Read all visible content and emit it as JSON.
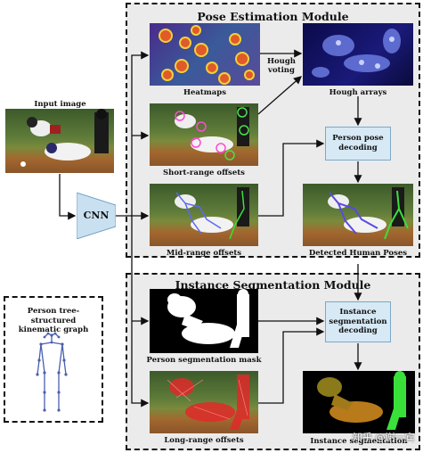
{
  "modules": {
    "pose_title": "Pose Estimation Module",
    "segmentation_title": "Instance Segmentation Module"
  },
  "captions": {
    "input_image": "Input image",
    "heatmaps": "Heatmaps",
    "hough_voting": "Hough voting",
    "hough_arrays": "Hough arrays",
    "short_range": "Short-range offsets",
    "mid_range": "Mid-range offsets",
    "detected_poses": "Detected Human Poses",
    "person_seg_mask": "Person segmentation mask",
    "long_range": "Long-range offsets",
    "instance_seg": "Instance segmentation",
    "kinematic_graph": "Person tree-structured kinematic graph"
  },
  "boxes": {
    "cnn": "CNN",
    "pose_decoding": "Person pose decoding",
    "seg_decoding": "Instance segmentation decoding"
  },
  "watermark": "知乎 @谢一宾",
  "colors": {
    "box_fill": "#d6e9f5",
    "module_fill": "#ebebeb",
    "graph_lines": "#4a5fb0"
  }
}
